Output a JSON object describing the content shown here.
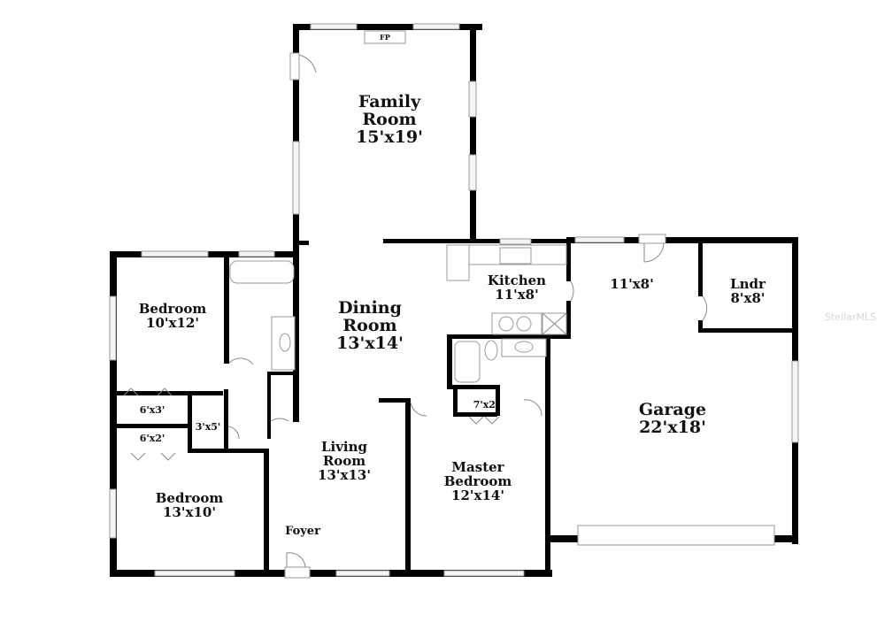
{
  "floorplan": {
    "rooms": [
      {
        "id": "family-room",
        "name": "Family Room",
        "line1": "Family",
        "line2": "Room",
        "dims": "15'x19'"
      },
      {
        "id": "dining-room",
        "name": "Dining Room",
        "line1": "Dining",
        "line2": "Room",
        "dims": "13'x14'"
      },
      {
        "id": "living-room",
        "name": "Living Room",
        "line1": "Living",
        "line2": "Room",
        "dims": "13'x13'"
      },
      {
        "id": "kitchen",
        "name": "Kitchen",
        "line1": "Kitchen",
        "dims": "11'x8'"
      },
      {
        "id": "utility",
        "dims": "11'x8'"
      },
      {
        "id": "laundry",
        "name": "Lndr",
        "line1": "Lndr",
        "dims": "8'x8'"
      },
      {
        "id": "bedroom-1",
        "name": "Bedroom",
        "line1": "Bedroom",
        "dims": "10'x12'"
      },
      {
        "id": "bedroom-2",
        "name": "Bedroom",
        "line1": "Bedroom",
        "dims": "13'x10'"
      },
      {
        "id": "master-bedroom",
        "name": "Master Bedroom",
        "line1": "Master",
        "line2": "Bedroom",
        "dims": "12'x14'"
      },
      {
        "id": "garage",
        "name": "Garage",
        "line1": "Garage",
        "dims": "22'x18'"
      },
      {
        "id": "foyer",
        "name": "Foyer",
        "line1": "Foyer"
      },
      {
        "id": "closet-6x3",
        "dims": "6'x3'"
      },
      {
        "id": "closet-6x2",
        "dims": "6'x2'"
      },
      {
        "id": "closet-3x5",
        "dims": "3'x5'"
      },
      {
        "id": "closet-7x2",
        "dims": "7'x2'"
      }
    ],
    "fireplace_label": "FP",
    "watermark": "StellarMLS",
    "colors": {
      "wall": "#000000",
      "window": "#f4f4f4",
      "fixture_line": "#9a9a9a",
      "background": "#ffffff"
    }
  }
}
